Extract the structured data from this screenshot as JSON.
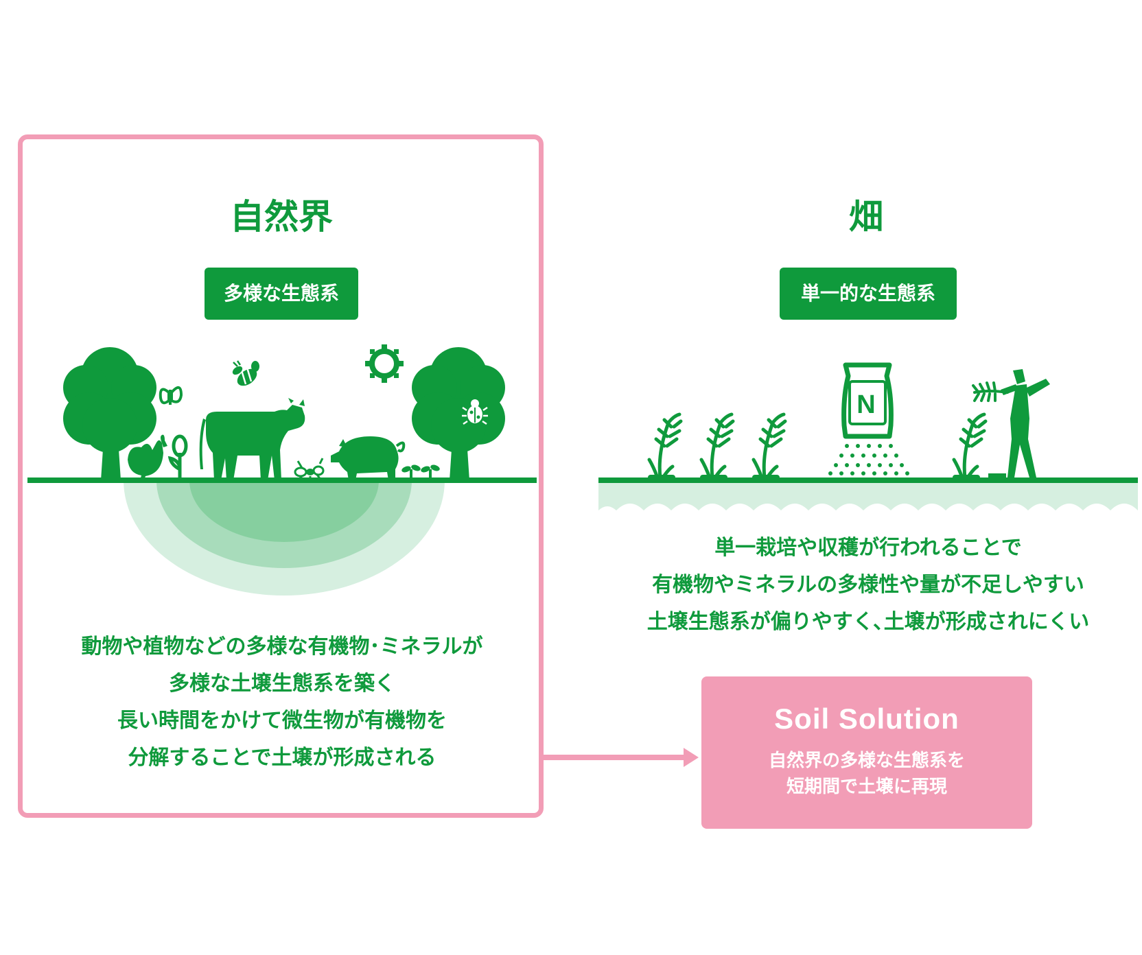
{
  "nature": {
    "title": "自然界",
    "badge": "多様な生態系",
    "description": [
      "動物や植物などの多様な有機物･ミネラルが",
      "多様な土壌生態系を築く",
      "長い時間をかけて微生物が有機物を",
      "分解することで土壌が形成される"
    ],
    "fertilizer_letter": ""
  },
  "field": {
    "title": "畑",
    "badge": "単一的な生態系",
    "fertilizer_letter": "N",
    "description": [
      "単一栽培や収穫が行われることで",
      "有機物やミネラルの多様性や量が不足しやすい",
      "土壌生態系が偏りやすく､土壌が形成されにくい"
    ]
  },
  "solution": {
    "title": "Soil Solution",
    "subtitle": [
      "自然界の多様な生態系を",
      "短期間で土壌に再現"
    ]
  },
  "colors": {
    "green": "#0f9a3c",
    "pink": "#f29db6",
    "soil_light": "#d6efe0"
  },
  "icons": [
    "tree-icon",
    "chicken-icon",
    "sprout-icon",
    "butterfly-icon",
    "bee-icon",
    "cow-icon",
    "ant-icon",
    "pig-icon",
    "sun-icon",
    "ladybug-icon",
    "rice-plant-icon",
    "fertilizer-bag-icon",
    "farmer-icon",
    "arrow-icon"
  ]
}
